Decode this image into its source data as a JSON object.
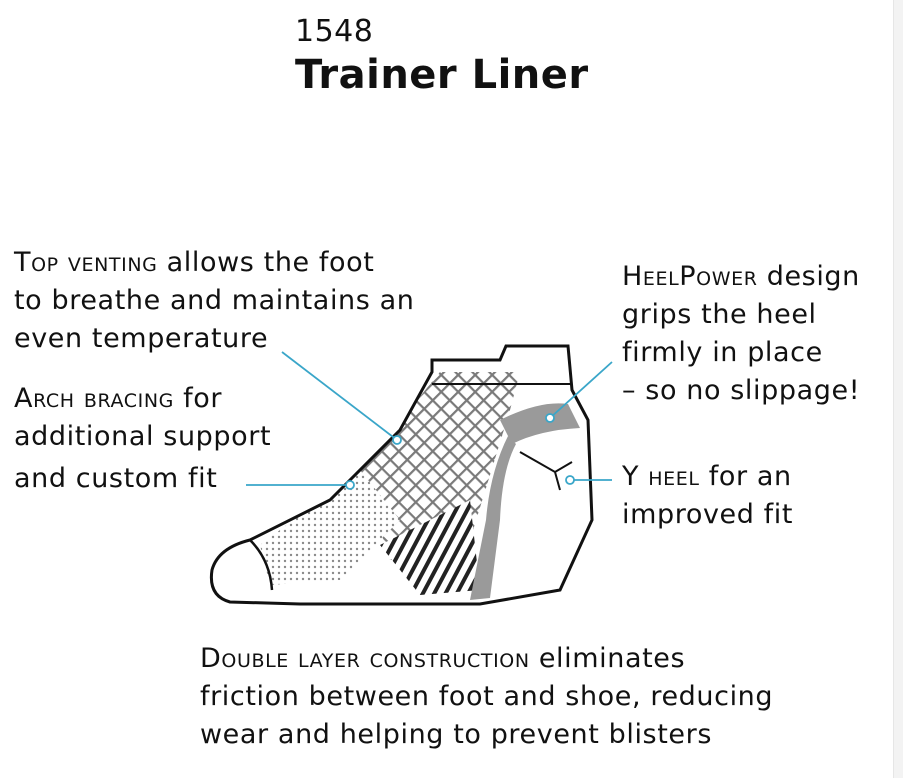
{
  "header": {
    "model_number": "1548",
    "product_name": "Trainer Liner"
  },
  "callouts": {
    "top_venting": {
      "term": "Top venting",
      "line1_rest": " allows the foot",
      "line2": "to breathe and maintains an",
      "line3": "even temperature"
    },
    "arch_bracing": {
      "term": "Arch bracing",
      "line1_rest": " for",
      "line2": "additional support",
      "line3": "and custom fit"
    },
    "heel_power": {
      "term": "HeelPower",
      "line1_rest": " design",
      "line2": "grips the heel",
      "line3": "firmly in place",
      "line4": "– so no slippage!"
    },
    "y_heel": {
      "term": "Y heel",
      "line1_rest": " for an",
      "line2": "improved fit"
    },
    "double_layer": {
      "term": "Double layer construction",
      "line1_rest": " eliminates",
      "line2": "friction between foot and shoe, reducing",
      "line3": "wear and helping to prevent blisters"
    }
  },
  "colors": {
    "leader_line": "#3aa6c9",
    "outline": "#111111",
    "heel_gray": "#9a9a9a",
    "mesh": "#777777"
  }
}
